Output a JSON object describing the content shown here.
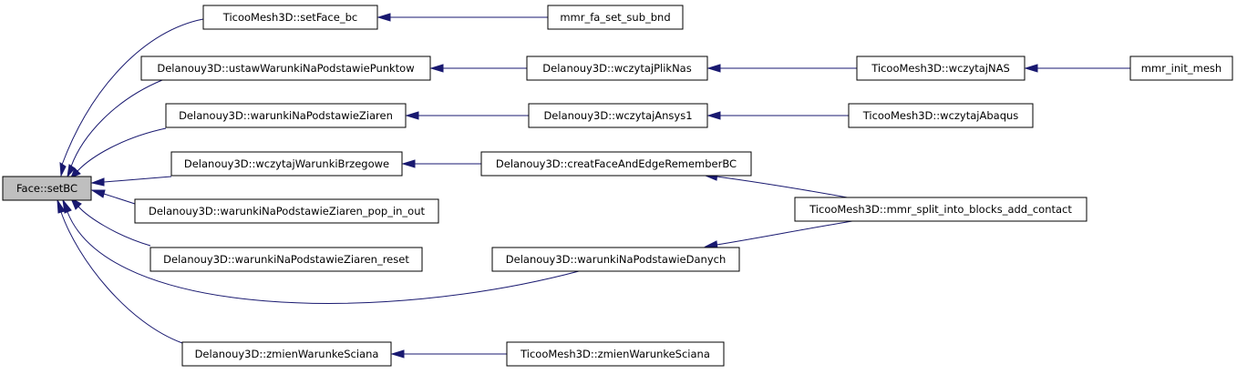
{
  "diagram": {
    "type": "call-graph",
    "nodes": [
      {
        "id": "n0",
        "label": "Face::setBC"
      },
      {
        "id": "n1",
        "label": "TicooMesh3D::setFace_bc"
      },
      {
        "id": "n2",
        "label": "mmr_fa_set_sub_bnd"
      },
      {
        "id": "n3",
        "label": "Delanouy3D::ustawWarunkiNaPodstawiePunktow"
      },
      {
        "id": "n4",
        "label": "Delanouy3D::wczytajPlikNas"
      },
      {
        "id": "n5",
        "label": "TicooMesh3D::wczytajNAS"
      },
      {
        "id": "n6",
        "label": "mmr_init_mesh"
      },
      {
        "id": "n7",
        "label": "Delanouy3D::warunkiNaPodstawieZiaren"
      },
      {
        "id": "n8",
        "label": "Delanouy3D::wczytajAnsys1"
      },
      {
        "id": "n9",
        "label": "TicooMesh3D::wczytajAbaqus"
      },
      {
        "id": "n10",
        "label": "Delanouy3D::wczytajWarunkiBrzegowe"
      },
      {
        "id": "n11",
        "label": "Delanouy3D::creatFaceAndEdgeRememberBC"
      },
      {
        "id": "n12",
        "label": "Delanouy3D::warunkiNaPodstawieZiaren_pop_in_out"
      },
      {
        "id": "n13",
        "label": "TicooMesh3D::mmr_split_into_blocks_add_contact"
      },
      {
        "id": "n14",
        "label": "Delanouy3D::warunkiNaPodstawieZiaren_reset"
      },
      {
        "id": "n15",
        "label": "Delanouy3D::warunkiNaPodstawieDanych"
      },
      {
        "id": "n16",
        "label": "Delanouy3D::zmienWarunkeSciana"
      },
      {
        "id": "n17",
        "label": "TicooMesh3D::zmienWarunkeSciana"
      }
    ],
    "edges": [
      {
        "from": "n1",
        "to": "n0"
      },
      {
        "from": "n3",
        "to": "n0"
      },
      {
        "from": "n7",
        "to": "n0"
      },
      {
        "from": "n10",
        "to": "n0"
      },
      {
        "from": "n12",
        "to": "n0"
      },
      {
        "from": "n14",
        "to": "n0"
      },
      {
        "from": "n15",
        "to": "n0"
      },
      {
        "from": "n16",
        "to": "n0"
      },
      {
        "from": "n2",
        "to": "n1"
      },
      {
        "from": "n4",
        "to": "n3"
      },
      {
        "from": "n5",
        "to": "n4"
      },
      {
        "from": "n6",
        "to": "n5"
      },
      {
        "from": "n8",
        "to": "n7"
      },
      {
        "from": "n9",
        "to": "n8"
      },
      {
        "from": "n11",
        "to": "n10"
      },
      {
        "from": "n13",
        "to": "n11"
      },
      {
        "from": "n13",
        "to": "n15"
      },
      {
        "from": "n17",
        "to": "n16"
      }
    ],
    "colors": {
      "edge": "#191970",
      "root_fill": "#bfbfbf",
      "node_fill": "#ffffff",
      "border": "#000000"
    }
  }
}
